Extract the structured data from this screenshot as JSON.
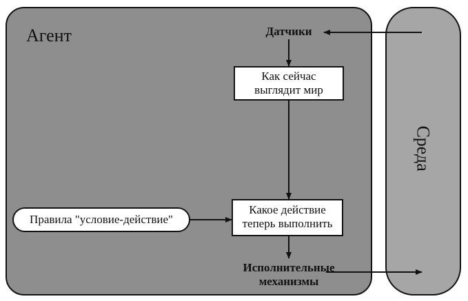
{
  "agent": {
    "title": "Агент"
  },
  "environment": {
    "title": "Среда"
  },
  "nodes": {
    "sensors": "Датчики",
    "world_state": {
      "line1": "Как сейчас",
      "line2": "выглядит мир"
    },
    "action_choice": {
      "line1": "Какое действие",
      "line2": "теперь выполнить"
    },
    "rules": "Правила \"условие-действие\"",
    "actuators": {
      "line1": "Исполнительные",
      "line2": "механизмы"
    }
  },
  "colors": {
    "agent_fill": "#8e8e8e",
    "environment_fill": "#a6a6a6",
    "box_fill": "#ffffff",
    "stroke": "#111111"
  }
}
